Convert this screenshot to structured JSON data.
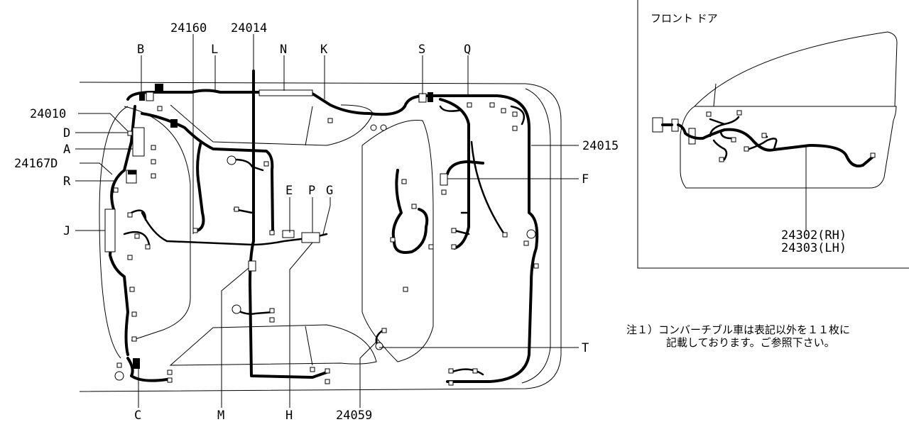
{
  "main_diagram": {
    "part_labels": {
      "p24160": "24160",
      "p24014": "24014",
      "B": "B",
      "L": "L",
      "N": "N",
      "K": "K",
      "S": "S",
      "Q": "Q",
      "p24010": "24010",
      "D": "D",
      "A": "A",
      "p24167D": "24167D",
      "R": "R",
      "J": "J",
      "p24015": "24015",
      "F": "F",
      "E": "E",
      "P": "P",
      "G": "G",
      "T": "T",
      "C": "C",
      "M": "M",
      "H": "H",
      "p24059": "24059"
    }
  },
  "inset": {
    "title": "フロント ドア",
    "label_rh": "24302(RH)",
    "label_lh": "24303(LH)"
  },
  "note": {
    "line1": "注１）コンバーチブル車は表記以外を１１枚に",
    "line2": "記載しております。ご参照下さい。"
  }
}
